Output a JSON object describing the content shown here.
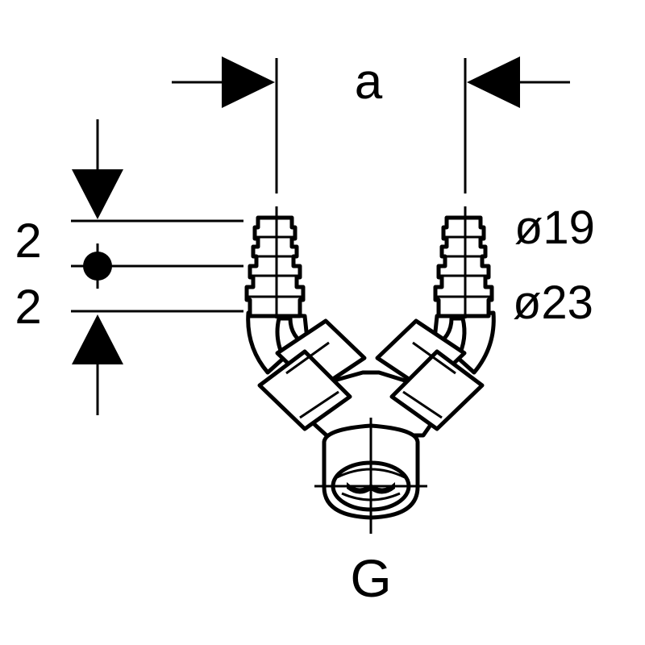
{
  "labels": {
    "dim_a": "a",
    "dim_upper": "2",
    "dim_lower": "2",
    "dia_small": "ø19",
    "dia_large": "ø23",
    "thread": "G"
  },
  "colors": {
    "ink": "#000000",
    "paper": "#ffffff"
  }
}
